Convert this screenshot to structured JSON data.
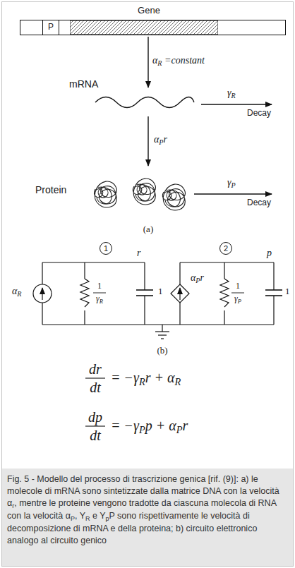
{
  "diagram": {
    "caption": "Fig. 5 - Modello del processo di trascrizione genica [rif. (9)]: a) le molecole di mRNA sono sintetizzate dalla matrice DNA con la velocità αr, mentre le proteine vengono tradotte da ciascuna molecola di RNA con la velocità αP, YR e YpP sono rispettivamente le velocità di decomposizione di mRNA e della proteina; b) circuito elettronico analogo al circuito genico",
    "nodes": [
      {
        "text": [
          "Gene"
        ]
      },
      {
        "text": [
          "P"
        ],
        "in": 0
      },
      {
        "text": [
          "1"
        ]
      },
      {
        "text": [
          "2"
        ]
      }
    ],
    "labels": [
      "αR =constant",
      "mRNA",
      "γR",
      "Decay",
      "αPr",
      "Protein",
      "γP",
      "Decay",
      "(a)",
      "r",
      "p",
      "αR",
      "1",
      "γR",
      "1",
      "αPr",
      "1",
      "γP",
      "1",
      "(b)",
      "dr",
      "dt",
      "= −γRr + αR",
      "dp",
      "dt",
      "= −γPp + αPr"
    ]
  }
}
